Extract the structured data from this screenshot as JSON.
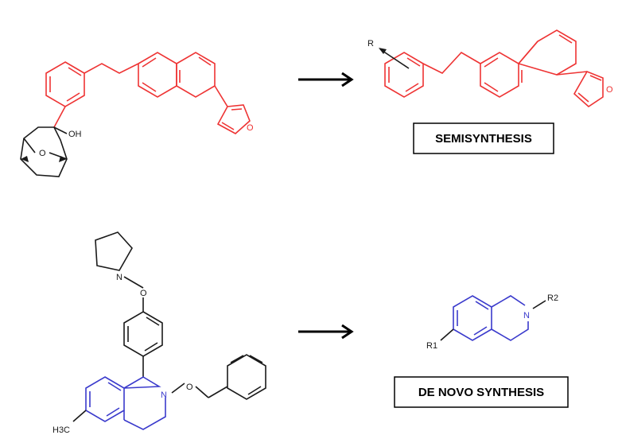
{
  "labels": {
    "semisynthesis": "SEMISYNTHESIS",
    "de_novo": "DE NOVO SYNTHESIS"
  },
  "atoms": {
    "oh": "OH",
    "bridge_o": "O",
    "furan_o_left": "O",
    "furan_o_right": "O",
    "r": "R",
    "n_pyrrolidine": "N",
    "o_ether": "O",
    "n_thiq": "N",
    "o_benzyl": "O",
    "ch3": "H3C",
    "r1": "R1",
    "n_scaffold": "N",
    "r2": "R2"
  },
  "colors": {
    "pharmacophore": "#ee3333",
    "scaffold": "#3a3acc",
    "other": "#1a1a1a"
  }
}
